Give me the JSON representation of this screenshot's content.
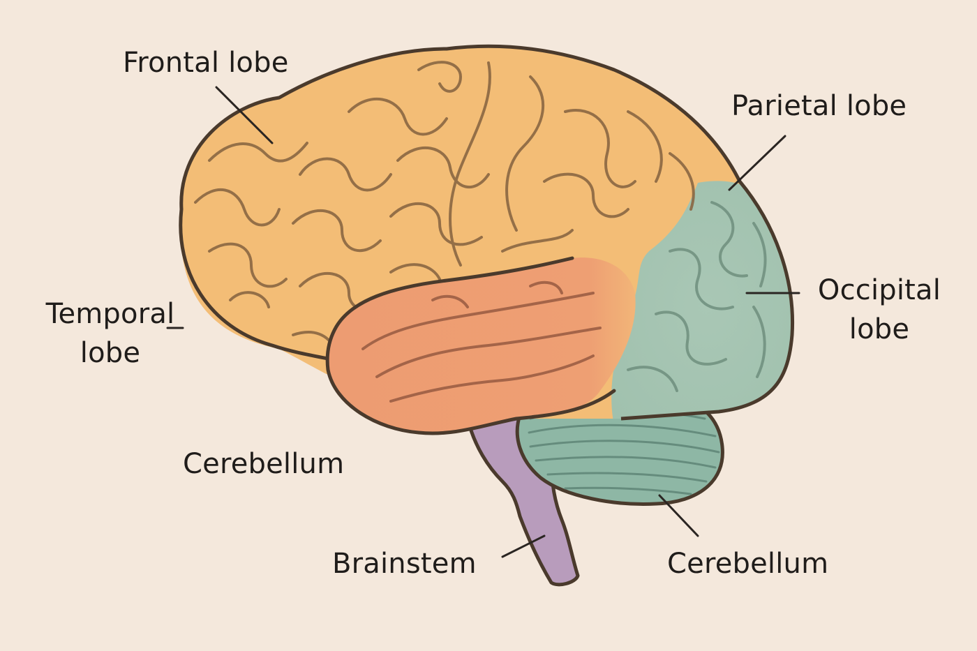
{
  "labels": {
    "frontal": "Frontal lobe",
    "parietal": "Parietal lobe",
    "temporal_line1": "Temporal",
    "temporal_line2": "lobe",
    "occipital_line1": "Occipital",
    "occipital_line2": "lobe",
    "cerebellum_left": "Cerebellum",
    "brainstem": "Brainstem",
    "cerebellum_right": "Cerebellum"
  },
  "colors": {
    "background": "#f4e8dc",
    "frontal_parietal": "#f3bd76",
    "temporal": "#ec9f74",
    "occipital": "#a9c7b5",
    "cerebellum": "#8eb7a5",
    "brainstem": "#b89cbc",
    "outline": "#4a3a2c",
    "text": "#1f1c1a"
  }
}
